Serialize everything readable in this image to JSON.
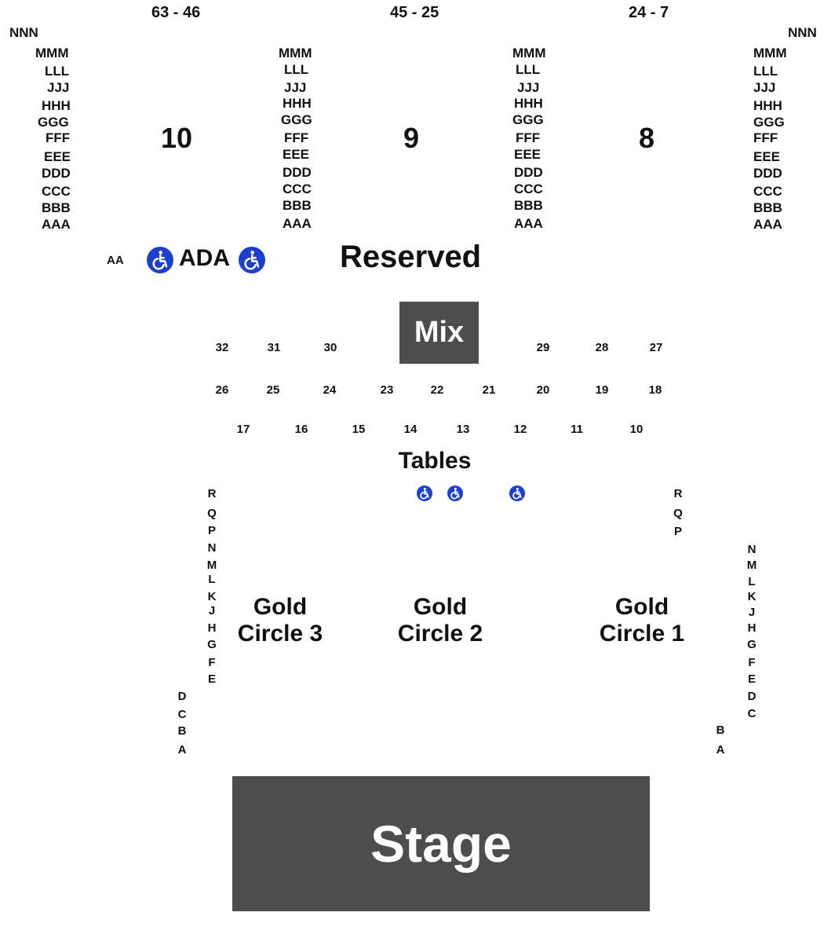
{
  "top_ranges": [
    "63 - 46",
    "45 - 25",
    "24 - 7"
  ],
  "corner_left": "NNN",
  "corner_right": "NNN",
  "sections": [
    "10",
    "9",
    "8"
  ],
  "balcony_rows": [
    "MMM",
    "LLL",
    "JJJ",
    "HHH",
    "GGG",
    "FFF",
    "EEE",
    "DDD",
    "CCC",
    "BBB",
    "AAA"
  ],
  "ada": {
    "row": "AA",
    "label": "ADA",
    "icon": "wheelchair-icon",
    "icon_color": "#1c3fd0"
  },
  "reserved_label": "Reserved",
  "mix_label": "Mix",
  "tables": {
    "row1": [
      "32",
      "31",
      "30",
      "29",
      "28",
      "27"
    ],
    "row2": [
      "26",
      "25",
      "24",
      "23",
      "22",
      "21",
      "20",
      "19",
      "18"
    ],
    "row3": [
      "17",
      "16",
      "15",
      "14",
      "13",
      "12",
      "11",
      "10"
    ],
    "label": "Tables"
  },
  "gold_circles": [
    {
      "line1": "Gold",
      "line2": "Circle 3"
    },
    {
      "line1": "Gold",
      "line2": "Circle 2"
    },
    {
      "line1": "Gold",
      "line2": "Circle 1"
    }
  ],
  "gc3_rows": [
    "R",
    "Q",
    "P",
    "N",
    "M",
    "L",
    "K",
    "J",
    "H",
    "G",
    "F",
    "E"
  ],
  "gc3_front_rows": [
    "D",
    "C",
    "B",
    "A"
  ],
  "gc1_upper_rows": [
    "R",
    "Q",
    "P"
  ],
  "gc1_rows": [
    "N",
    "M",
    "L",
    "K",
    "J",
    "H",
    "G",
    "F",
    "E",
    "D",
    "C"
  ],
  "gc1_front_rows": [
    "B",
    "A"
  ],
  "stage_label": "Stage",
  "colors": {
    "block": "#4d4d4d",
    "ada_blue": "#1c3fd0",
    "text": "#111111"
  }
}
